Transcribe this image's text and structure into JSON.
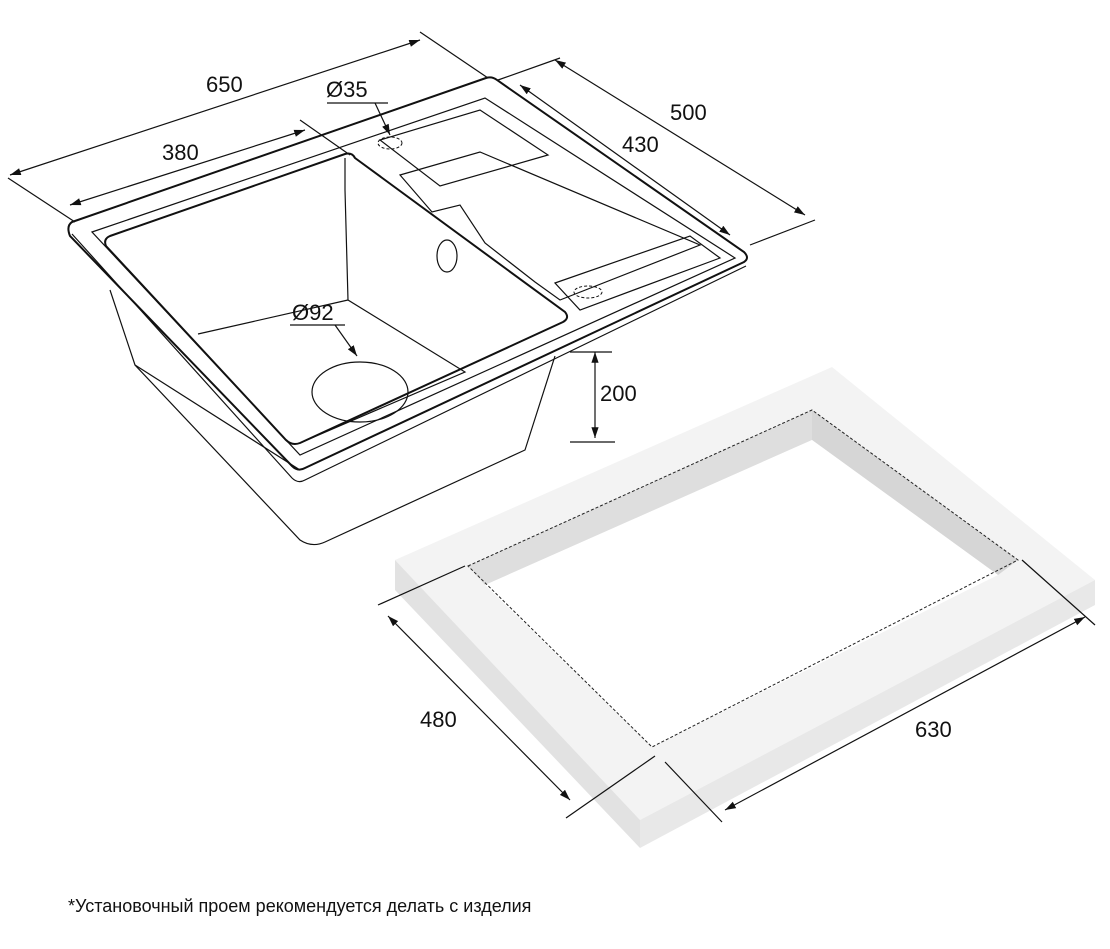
{
  "dimensions": {
    "overall_length": "650",
    "bowl_length": "380",
    "tap_hole": "Ø35",
    "overall_width": "500",
    "inner_width": "430",
    "drain": "Ø92",
    "depth": "200",
    "cutout_width": "480",
    "cutout_length": "630"
  },
  "footnote": "*Установочный проем рекомендуется делать с изделия",
  "colors": {
    "line": "#111111",
    "counter_top": "#f2f2f2",
    "counter_side": "#e0e0e0",
    "counter_inner": "#d6d6d6"
  }
}
